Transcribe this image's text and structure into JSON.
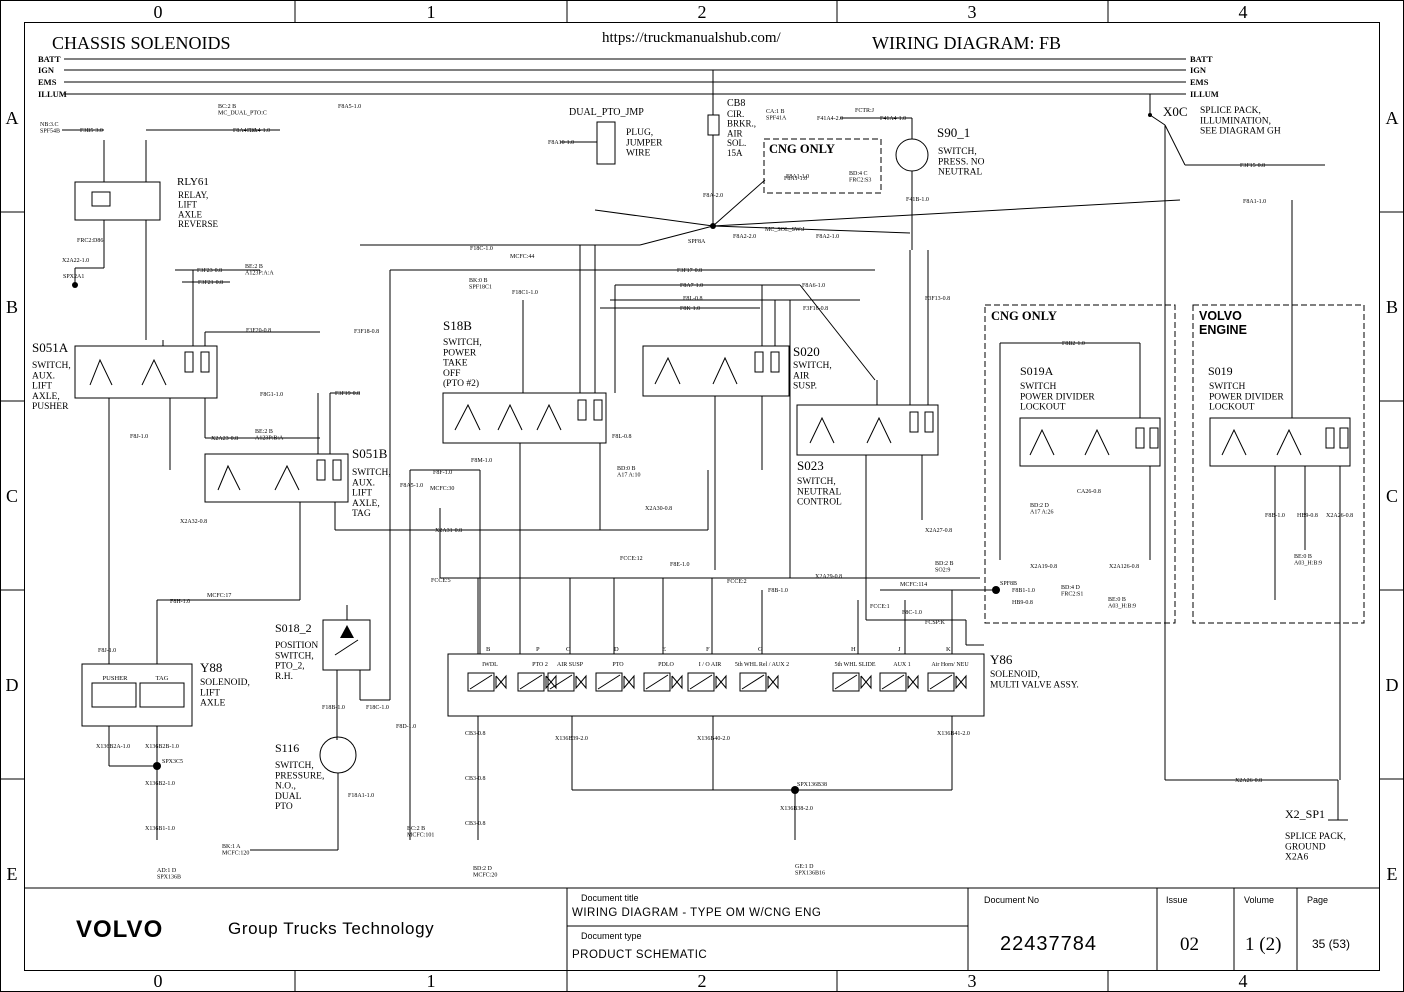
{
  "grid": {
    "columns": [
      "0",
      "1",
      "2",
      "3",
      "4"
    ],
    "rows": [
      "A",
      "B",
      "C",
      "D",
      "E"
    ]
  },
  "header": {
    "left_title": "CHASSIS SOLENOIDS",
    "url": "https://truckmanualshub.com/",
    "right_title": "WIRING DIAGRAM: FB"
  },
  "rails": [
    "BATT",
    "IGN",
    "EMS",
    "ILLUM"
  ],
  "boxes": {
    "cng1": "CNG ONLY",
    "cng2": "CNG ONLY",
    "volvo_engine": "VOLVO\nENGINE"
  },
  "components": {
    "rly61": "RLY61",
    "rly61_desc": "RELAY,\nLIFT\nAXLE\nREVERSE",
    "s051a": "S051A",
    "s051a_desc": "SWITCH,\nAUX.\nLIFT\nAXLE,\nPUSHER",
    "s051b": "S051B",
    "s051b_desc": "SWITCH,\nAUX.\nLIFT\nAXLE,\nTAG",
    "dual_pto_jmp": "DUAL_PTO_JMP",
    "dual_pto_jmp_desc": "PLUG,\nJUMPER\nWIRE",
    "cb8": "CB8",
    "cb8_desc": "CIR.\nBRKR.,\nAIR\nSOL.\n15A",
    "s18b": "S18B",
    "s18b_desc": "SWITCH,\nPOWER\nTAKE\nOFF\n(PTO #2)",
    "s020": "S020",
    "s020_desc": "SWITCH,\nAIR\nSUSP.",
    "s023": "S023",
    "s023_desc": "SWITCH,\nNEUTRAL\nCONTROL",
    "s90_1": "S90_1",
    "s90_1_desc": "SWITCH,\nPRESS. NO\nNEUTRAL",
    "x0c": "X0C",
    "x0c_desc": "SPLICE PACK,\nILLUMINATION,\nSEE DIAGRAM GH",
    "s019a": "S019A",
    "s019a_desc": "SWITCH\nPOWER DIVIDER\nLOCKOUT",
    "s019": "S019",
    "s019_desc": "SWITCH\nPOWER DIVIDER\nLOCKOUT",
    "y88": "Y88",
    "y88_desc": "SOLENOID,\nLIFT\nAXLE",
    "y88_pusher": "PUSHER",
    "y88_tag": "TAG",
    "s018_2": "S018_2",
    "s018_2_desc": "POSITION\nSWITCH,\nPTO_2,\nR.H.",
    "s116": "S116",
    "s116_desc": "SWITCH,\nPRESSURE,\nN.O.,\nDUAL\nPTO",
    "y86": "Y86",
    "y86_desc": "SOLENOID,\nMULTI VALVE ASSY.",
    "x2_sp1": "X2_SP1",
    "x2_sp1_desc": "SPLICE PACK,\nGROUND\nX2A6",
    "spf8a": "SPF8A",
    "spf8b": "SPF8B",
    "spx2a1": "SPX2A1",
    "spx3c5": "SPX3C5",
    "spx136b38": "SPX136B38"
  },
  "y86_valves": [
    "IWDL",
    "PTO 2",
    "AIR SUSP",
    "PTO",
    "PDLO",
    "I / O AIR",
    "5th WHL Rel / AUX 2",
    "5th WHL SLIDE",
    "AUX 1",
    "Air Horn/ NEU"
  ],
  "y86_pins_top": [
    "B",
    "P",
    "C",
    "D",
    "E",
    "F",
    "G",
    "H",
    "J",
    "K"
  ],
  "wire_labels": {
    "w1": "F3A4-1.0",
    "w2": "F8A4-1.0",
    "w3": "F3B5-3.0",
    "w4": "NB:3.C\nSPF54B",
    "w5": "BC:2 B\nMC_DUAL_PTO:C",
    "w6": "F8A5-1.0",
    "w7": "F8A2-2.0",
    "w8": "F8A-2.0",
    "w9": "MC_SOL_SW:J",
    "w10": "F8A2-1.0",
    "w11": "F18C-1.0",
    "w12": "MCFC:44",
    "w13": "F3F17-0.8",
    "w14": "F8A7-1.0",
    "w15": "F8L-0.8",
    "w16": "F8K-1.0",
    "w17": "F8A6-1.0",
    "w18": "F3F16-0.8",
    "w19": "F41A4-2.0",
    "w20": "F41A4-1.0",
    "w21": "F8A1-1.0",
    "w22": "F3F15-0.8",
    "w23": "F8A1-1.0",
    "w24": "F41B-1.0",
    "w25": "F3F13-0.8",
    "w26": "F8B2-1.0",
    "w27": "X2A19-0.8",
    "w28": "X2A126-0.8",
    "w29": "CA26-0.8",
    "w30": "BD:2 D\nA17 A:26",
    "w31": "F8B-1.0",
    "w32": "HB9-0.8",
    "w33": "X2A26-0.8",
    "w34": "BE:0 B\nA03_H:B:9",
    "w35": "F8B1-1.0",
    "w36": "HB9-0.8",
    "w37": "BD:4 D\nFRC2:S1",
    "w38": "BE:0 B\nA03_H:B:9",
    "w39": "X2A26-0.8",
    "w40": "F8E-1.0",
    "w41": "F8B-1.0",
    "w42": "X2A29-0.8",
    "w43": "MCFC:114",
    "w44": "FCCE:12",
    "w45": "FCCE:2",
    "w46": "FCCE:5",
    "w47": "F8D-1.0",
    "w48": "X136B39-2.0",
    "w49": "X136B40-2.0",
    "w50": "X136B41-2.0",
    "w51": "X136B38-2.0",
    "w52": "X136B2A-1.0",
    "w53": "X136B2B-1.0",
    "w54": "X136B2-1.0",
    "w55": "X136B1-1.0",
    "w56": "F18A1-1.0",
    "w57": "BK:1 A\nMCFC:120",
    "w58": "F8H-1.0",
    "w59": "MCFC:17",
    "w60": "F8J-1.0",
    "w61": "X2A31-0.8",
    "w62": "X2A30-0.8",
    "w63": "X2A32-0.8",
    "w64": "X2A23-0.8",
    "w65": "BE:2 B\nA123P:B:A",
    "w66": "F3F23-0.8",
    "w67": "F3F21-0.8",
    "w68": "BE:2 B\nA123P:A:A",
    "w69": "F3F20-0.8",
    "w70": "F3F18-0.8",
    "w71": "F3F19-0.8",
    "w72": "F8G1-1.0",
    "w73": "FRC2:D86",
    "w74": "X2A22-1.0",
    "w75": "F8A10-1.0",
    "w76": "BK:0 B\nSPF18C1",
    "w77": "F18C1-1.0",
    "w78": "F8M-1.0",
    "w79": "F8F-1.0",
    "w80": "F8A5-1.0",
    "w81": "MCFC:30",
    "w82": "X2A27-0.8",
    "w83": "BD:2 B\nSO2:9",
    "w84": "BD:4 C\nFRC2:S3",
    "w85": "F8A1-1.0",
    "w86": "CA:1 B\nSPF41A",
    "w87": "FCTR:J",
    "w88": "F8C-1.0",
    "w89": "FCCE:1",
    "w90": "FCSP:K",
    "w91": "BD:0 B\nA17 A:10",
    "w92": "F8J-1.0",
    "w93": "F18B-1.0",
    "w94": "F18C-1.0",
    "w95": "BC:2 B\nMCFC:101",
    "w96": "BD:2 D\nMCFC:20",
    "w97": "GE:1 D\nSPX136B16",
    "w98": "AD:1 D\nSPX136B",
    "w99": "CB3-0.8",
    "w100": "CB3-0.8",
    "w101": "CB3-0.8",
    "w102": "F8L-0.8"
  },
  "title_block": {
    "brand": "VOLVO",
    "org": "Group Trucks Technology",
    "doc_title_label": "Document title",
    "doc_title": "WIRING DIAGRAM - TYPE OM W/CNG ENG",
    "doc_type_label": "Document type",
    "doc_type": "PRODUCT SCHEMATIC",
    "doc_no_label": "Document No",
    "doc_no": "22437784",
    "issue_label": "Issue",
    "issue": "02",
    "volume_label": "Volume",
    "volume": "1 (2)",
    "page_label": "Page",
    "page": "35 (53)"
  }
}
